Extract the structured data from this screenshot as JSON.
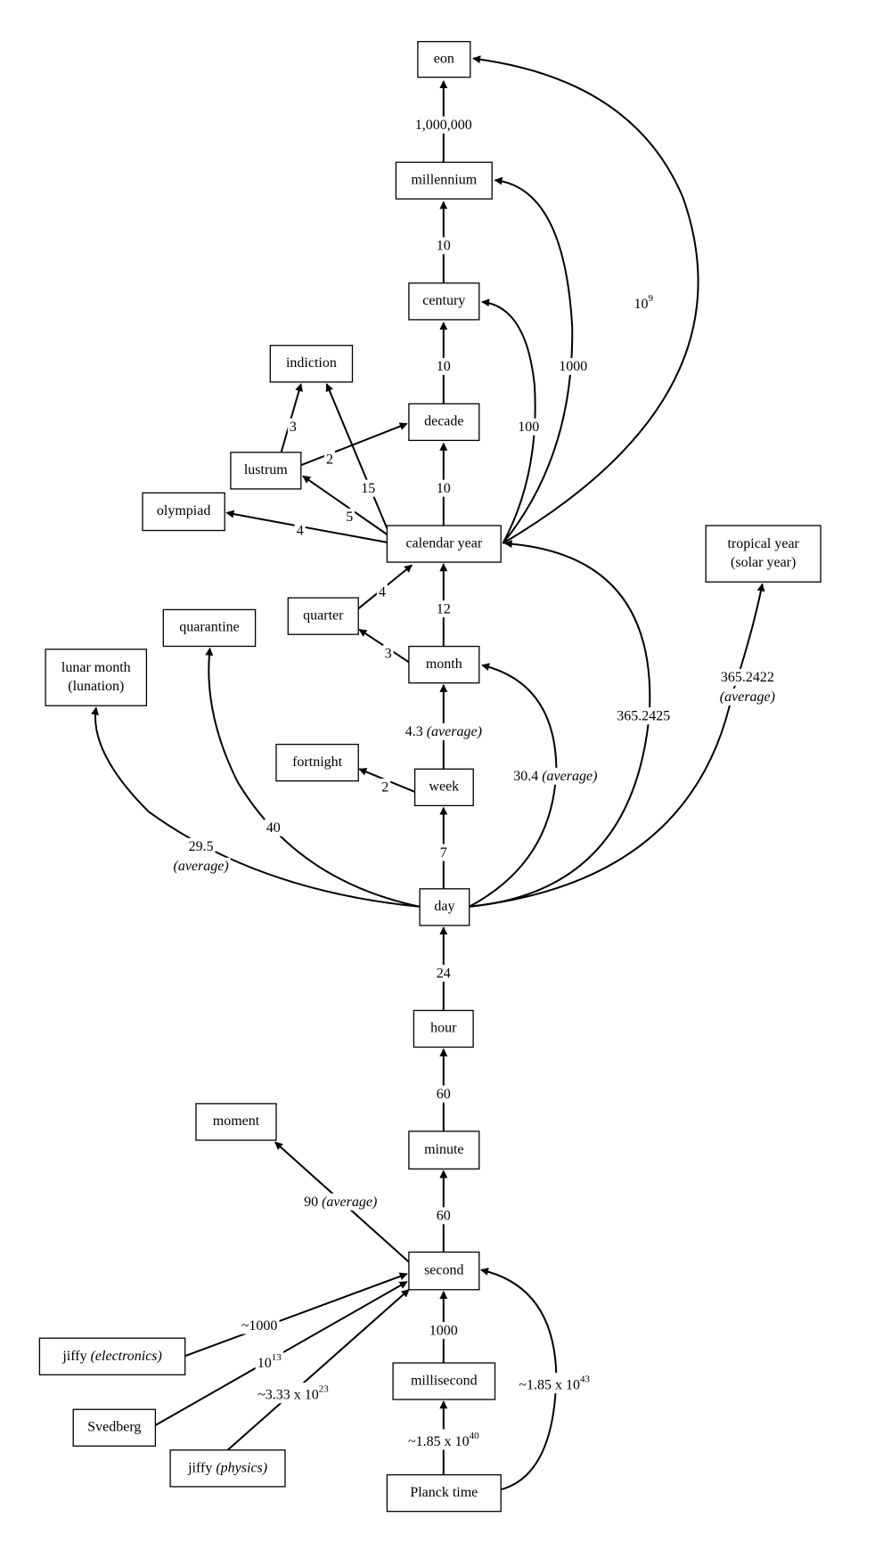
{
  "nodes": {
    "eon": [
      "eon"
    ],
    "millennium": [
      "millennium"
    ],
    "century": [
      "century"
    ],
    "indiction": [
      "indiction"
    ],
    "decade": [
      "decade"
    ],
    "lustrum": [
      "lustrum"
    ],
    "olympiad": [
      "olympiad"
    ],
    "calendar_year": [
      "calendar year"
    ],
    "tropical_year": [
      "tropical year",
      "(solar year)"
    ],
    "quarantine": [
      "quarantine"
    ],
    "quarter": [
      "quarter"
    ],
    "lunar_month": [
      "lunar month",
      "(lunation)"
    ],
    "month": [
      "month"
    ],
    "fortnight": [
      "fortnight"
    ],
    "week": [
      "week"
    ],
    "day": [
      "day"
    ],
    "hour": [
      "hour"
    ],
    "moment": [
      "moment"
    ],
    "minute": [
      "minute"
    ],
    "second": [
      "second"
    ],
    "jiffy_electronics": [
      "jiffy ",
      "(electronics)"
    ],
    "svedberg": [
      "Svedberg"
    ],
    "millisecond": [
      "millisecond"
    ],
    "jiffy_physics": [
      "jiffy ",
      "(physics)"
    ],
    "planck_time": [
      "Planck time"
    ]
  },
  "edges": [
    {
      "id": "millennium-eon",
      "from": "millennium",
      "to": "eon",
      "label": "1,000,000"
    },
    {
      "id": "century-millennium",
      "from": "century",
      "to": "millennium",
      "label": "10"
    },
    {
      "id": "decade-century",
      "from": "decade",
      "to": "century",
      "label": "10"
    },
    {
      "id": "calendar-year-decade",
      "from": "calendar_year",
      "to": "decade",
      "label": "10"
    },
    {
      "id": "calendar-year-eon",
      "from": "calendar_year",
      "to": "eon",
      "label": "10",
      "label_sup": "9"
    },
    {
      "id": "calendar-year-millennium",
      "from": "calendar_year",
      "to": "millennium",
      "label": "1000"
    },
    {
      "id": "calendar-year-century",
      "from": "calendar_year",
      "to": "century",
      "label": "100"
    },
    {
      "id": "lustrum-indiction",
      "from": "lustrum",
      "to": "indiction",
      "label": "3"
    },
    {
      "id": "lustrum-decade",
      "from": "lustrum",
      "to": "decade",
      "label": "2"
    },
    {
      "id": "calendar-year-indiction",
      "from": "calendar_year",
      "to": "indiction",
      "label": "15"
    },
    {
      "id": "calendar-year-lustrum",
      "from": "calendar_year",
      "to": "lustrum",
      "label": "5"
    },
    {
      "id": "calendar-year-olympiad",
      "from": "calendar_year",
      "to": "olympiad",
      "label": "4"
    },
    {
      "id": "quarter-calendar-year",
      "from": "quarter",
      "to": "calendar_year",
      "label": "4"
    },
    {
      "id": "month-calendar-year",
      "from": "month",
      "to": "calendar_year",
      "label": "12"
    },
    {
      "id": "month-quarter",
      "from": "month",
      "to": "quarter",
      "label": "3"
    },
    {
      "id": "day-calendar-year",
      "from": "day",
      "to": "calendar_year",
      "label": "365.2425"
    },
    {
      "id": "day-tropical-year",
      "from": "day",
      "to": "tropical_year",
      "label": "365.2422",
      "label_note": "(average)"
    },
    {
      "id": "week-month",
      "from": "week",
      "to": "month",
      "label": "4.3 ",
      "label_italic": "(average)"
    },
    {
      "id": "day-month",
      "from": "day",
      "to": "month",
      "label": "30.4 ",
      "label_italic": "(average)"
    },
    {
      "id": "week-fortnight",
      "from": "week",
      "to": "fortnight",
      "label": "2"
    },
    {
      "id": "day-week",
      "from": "day",
      "to": "week",
      "label": "7"
    },
    {
      "id": "day-lunar-month",
      "from": "day",
      "to": "lunar_month",
      "label": "29.5",
      "label_note": "(average)"
    },
    {
      "id": "day-quarantine",
      "from": "day",
      "to": "quarantine",
      "label": "40"
    },
    {
      "id": "hour-day",
      "from": "hour",
      "to": "day",
      "label": "24"
    },
    {
      "id": "minute-hour",
      "from": "minute",
      "to": "hour",
      "label": "60"
    },
    {
      "id": "second-minute",
      "from": "second",
      "to": "minute",
      "label": "60"
    },
    {
      "id": "second-moment",
      "from": "second",
      "to": "moment",
      "label": "90 ",
      "label_italic": "(average)"
    },
    {
      "id": "millisecond-second",
      "from": "millisecond",
      "to": "second",
      "label": "1000"
    },
    {
      "id": "jiffy-electronics-second",
      "from": "jiffy_electronics",
      "to": "second",
      "label": "~1000"
    },
    {
      "id": "svedberg-second",
      "from": "svedberg",
      "to": "second",
      "label": "10",
      "label_sup": "13"
    },
    {
      "id": "jiffy-physics-second",
      "from": "jiffy_physics",
      "to": "second",
      "label": "~3.33 x 10",
      "label_sup": "23"
    },
    {
      "id": "planck-millisecond",
      "from": "planck_time",
      "to": "millisecond",
      "label": "~1.85 x 10",
      "label_sup": "40"
    },
    {
      "id": "planck-second",
      "from": "planck_time",
      "to": "second",
      "label": "~1.85 x 10",
      "label_sup": "43"
    }
  ]
}
